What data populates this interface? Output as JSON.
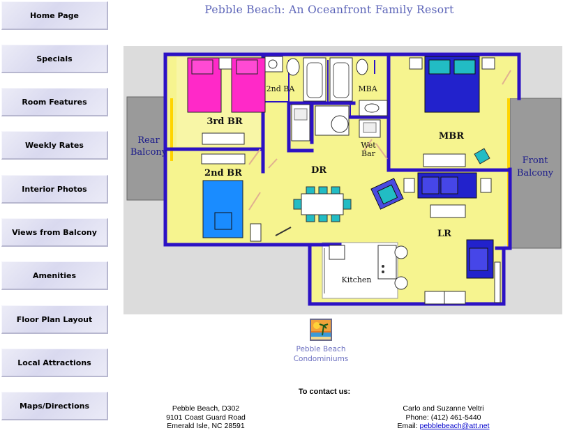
{
  "nav": [
    {
      "label": "Home Page"
    },
    {
      "label": "Specials"
    },
    {
      "label": "Room Features"
    },
    {
      "label": "Weekly Rates"
    },
    {
      "label": "Interior Photos"
    },
    {
      "label": "Views from Balcony"
    },
    {
      "label": "Amenities"
    },
    {
      "label": "Floor Plan Layout"
    },
    {
      "label": "Local Attractions"
    },
    {
      "label": "Maps/Directions"
    }
  ],
  "title": "Pebble Beach: An Oceanfront Family Resort",
  "floorplan": {
    "rear_balcony_1": "Rear",
    "rear_balcony_2": "Balcony",
    "third_br": "3rd BR",
    "second_br": "2nd BR",
    "second_ba": "2nd BA",
    "mba": "MBA",
    "mbr": "MBR",
    "wet_bar_1": "Wet",
    "wet_bar_2": "Bar",
    "dr": "DR",
    "lr": "LR",
    "kitchen": "Kitchen",
    "front_balcony_1": "Front",
    "front_balcony_2": "Balcony"
  },
  "logo": {
    "line1": "Pebble Beach",
    "line2": "Condominiums"
  },
  "contact": {
    "heading": "To contact us:",
    "address": [
      "Pebble Beach, D302",
      "9101 Coast Guard Road",
      "Emerald Isle, NC 28591"
    ],
    "owner": "Carlo and Suzanne Veltri",
    "phone": "Phone: (412) 461-5440",
    "email_prefix": "Email: ",
    "email": "pebblebeach@att.net"
  },
  "colors": {
    "wall": "#2c12c4",
    "floor": "#f6f48f",
    "balcony": "#9a9a9a",
    "title": "#5c64b8",
    "bed_pink": "#ff29c8",
    "bed_blue": "#1a8cff",
    "bed_navy": "#2222cc",
    "furniture_teal": "#22bcc4"
  }
}
